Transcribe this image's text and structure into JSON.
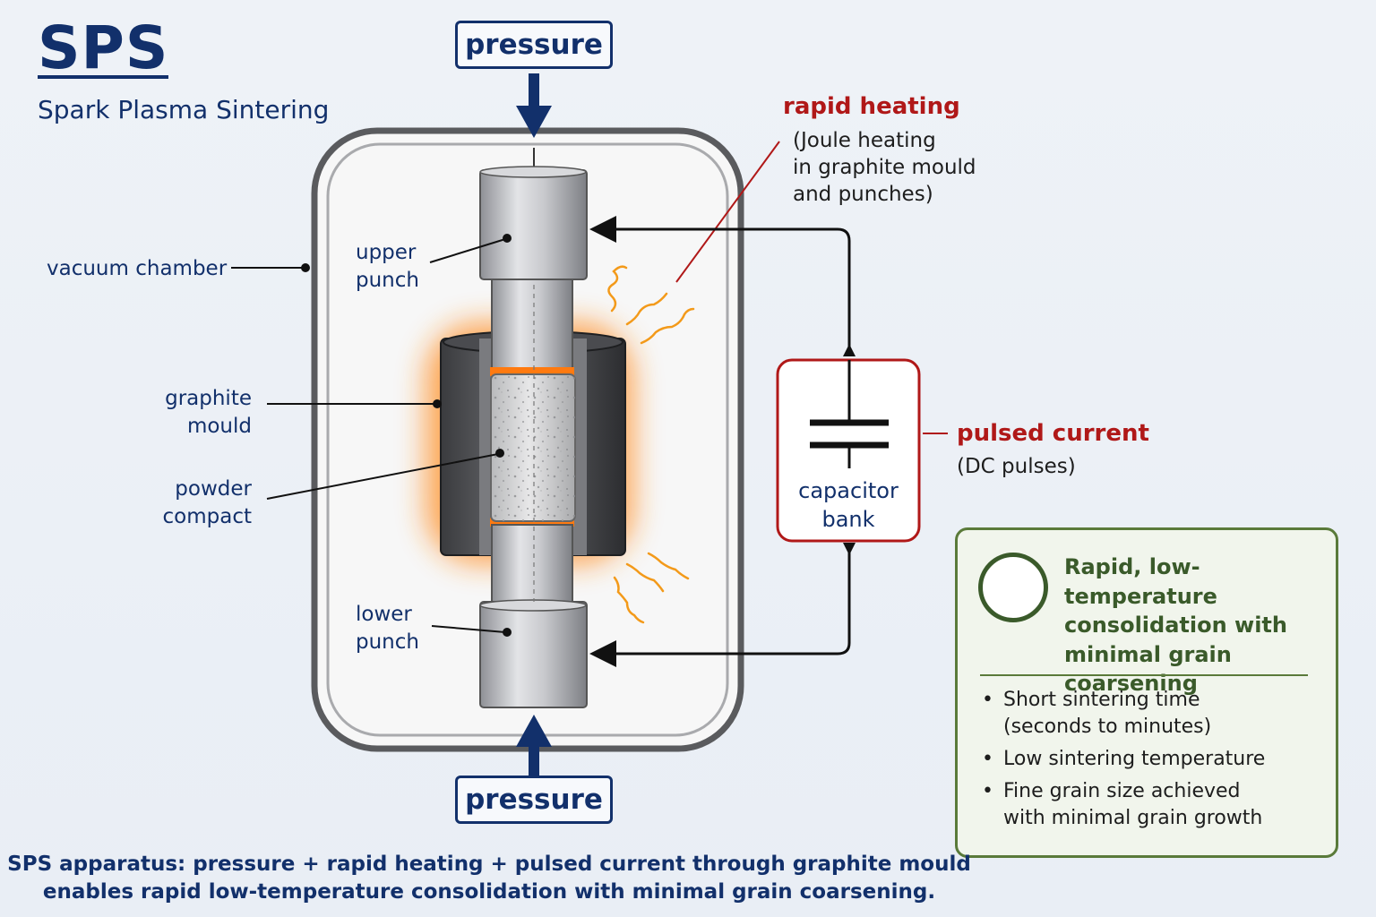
{
  "header": {
    "title": "SPS",
    "subtitle": "Spark Plasma Sintering"
  },
  "pressure": {
    "top_label": "pressure",
    "bottom_label": "pressure"
  },
  "labels": {
    "vacuum_chamber": "vacuum chamber",
    "upper_punch": [
      "upper",
      "punch"
    ],
    "graphite_mould": [
      "graphite",
      "mould"
    ],
    "powder_compact": [
      "powder",
      "compact"
    ],
    "lower_punch": [
      "lower",
      "punch"
    ]
  },
  "heating": {
    "title": "rapid heating",
    "note_lines": [
      "(Joule heating",
      "in graphite mould",
      "and punches)"
    ]
  },
  "current": {
    "title": "pulsed current",
    "note": "(DC pulses)"
  },
  "capacitor": {
    "label_lines": [
      "capacitor",
      "bank"
    ]
  },
  "summary": {
    "title": "Rapid, low-temperature consolidation with minimal grain coarsening",
    "bullets": [
      "Short sintering time\n(seconds to minutes)",
      "Low sintering temperature",
      "Fine grain size achieved\nwith minimal grain growth"
    ]
  },
  "caption": {
    "line1": "SPS apparatus: pressure + rapid heating +  pulsed current through graphite mould",
    "line2": "enables rapid low-temperature consolidation with minimal grain coarsening."
  },
  "colors": {
    "navy": "#12306b",
    "red": "#b01818",
    "green": "#3a5a2a",
    "glow": "#ff8a1a"
  }
}
